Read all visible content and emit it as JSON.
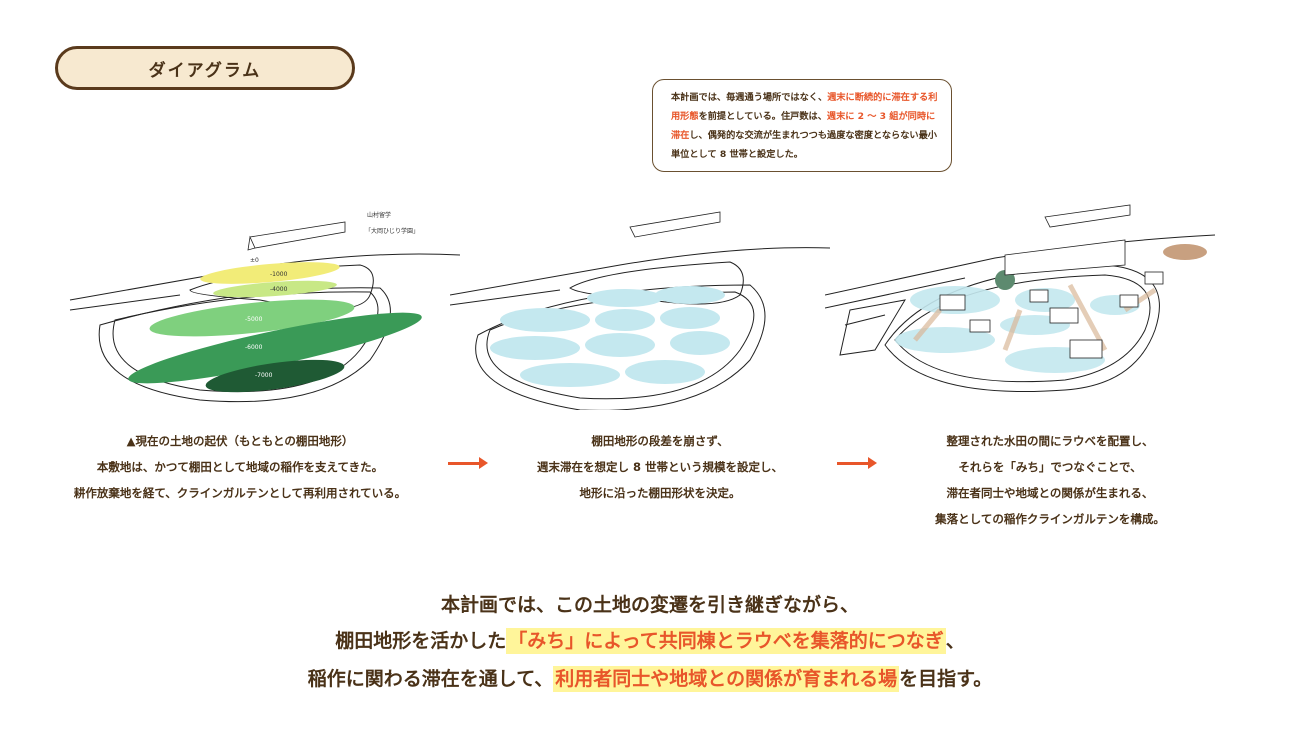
{
  "title": "ダイアグラム",
  "bubble": {
    "p1": "本計画では、毎週通う場所ではなく、",
    "h1": "週末に断続的に滞在する利用形態",
    "p2": "を前提としている。住戸数は、",
    "h2": "週末に 2 〜 3 組が同時に滞在",
    "p3": "し、偶発的な交流が生まれつつも過度な密度とならない最小単位として 8 世帯と設定した。"
  },
  "diagram1": {
    "building_label_1": "山村留学",
    "building_label_2": "「大岡ひじり学園」",
    "levels": [
      "±0",
      "-1000",
      "-4000",
      "-5000",
      "-6000",
      "-7000"
    ],
    "caption": [
      "▲現在の土地の起伏（もともとの棚田地形）",
      "本敷地は、かつて棚田として地域の稲作を支えてきた。",
      "耕作放棄地を経て、クラインガルテンとして再利用されている。"
    ]
  },
  "diagram2": {
    "caption": [
      "棚田地形の段差を崩さず、",
      "週末滞在を想定し 8 世帯という規模を設定し、",
      "地形に沿った棚田形状を決定。"
    ]
  },
  "diagram3": {
    "caption": [
      "整理された水田の間にラウベを配置し、",
      "それらを「みち」でつなぐことで、",
      "滞在者同士や地域との関係が生まれる、",
      "集落としての稲作クラインガルテンを構成。"
    ]
  },
  "conclusion": {
    "line1": "本計画では、この土地の変遷を引き継ぎながら、",
    "line2a": "棚田地形を活かした",
    "line2h": "「みち」によって共同棟とラウベを集落的につなぎ",
    "line2b": "、",
    "line3a": "稲作に関わる滞在を通して、",
    "line3h": "利用者同士や地域との関係が育まれる場",
    "line3b": "を目指す。"
  },
  "colors": {
    "text": "#4a3218",
    "accent": "#e8562a",
    "highlight": "#fff59a",
    "water": "#c4e8ef"
  }
}
